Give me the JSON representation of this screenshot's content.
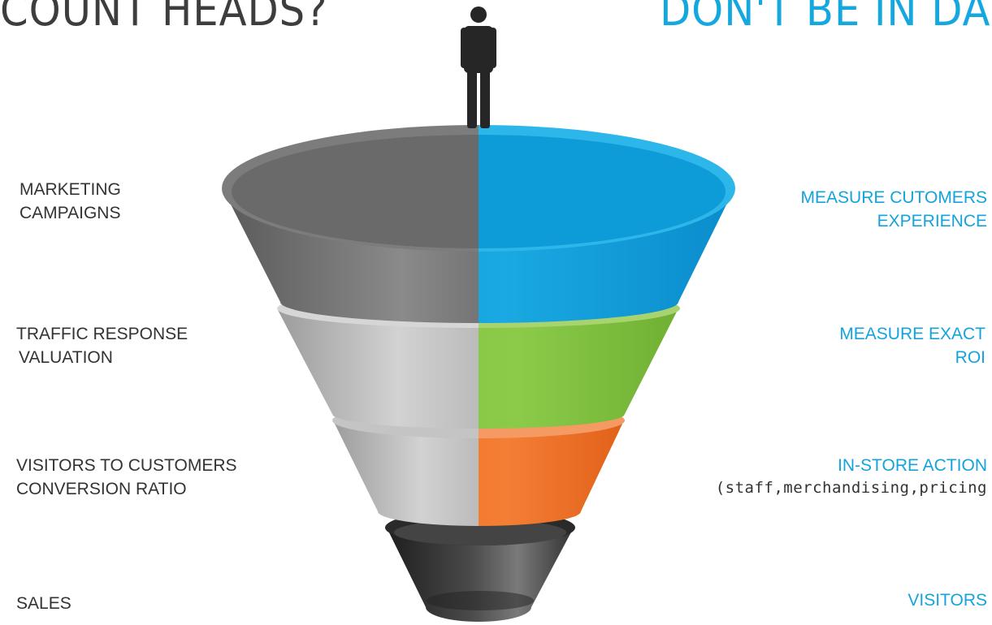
{
  "headline_left": "COUNT HEADS?",
  "headline_right": "DON'T BE IN DA",
  "left_labels": [
    {
      "line1": "MARKETING",
      "line2": "CAMPAIGNS"
    },
    {
      "line1": "TRAFFIC RESPONSE",
      "line2": "VALUATION"
    },
    {
      "line1": "VISITORS TO CUSTOMERS",
      "line2": "CONVERSION RATIO"
    },
    {
      "line1": "SALES"
    }
  ],
  "right_labels": [
    {
      "line1": "MEASURE CUTOMERS",
      "line2": "EXPERIENCE"
    },
    {
      "line1": "MEASURE EXACT",
      "line2": "ROI"
    },
    {
      "line1": "IN-STORE ACTION",
      "line2": "(staff,merchandising,pricing"
    },
    {
      "line1": "VISITORS"
    }
  ],
  "colors": {
    "headline_left": "#3d3d3d",
    "headline_right": "#15a8df",
    "tier1_right": "#0a9ad6",
    "tier2_right": "#82c341",
    "tier3_right": "#f26f25",
    "tier4": "#2e2e2e",
    "gray_dark": "#666666",
    "gray_light": "#b3b3b3"
  },
  "icons": [
    "person-icon"
  ]
}
